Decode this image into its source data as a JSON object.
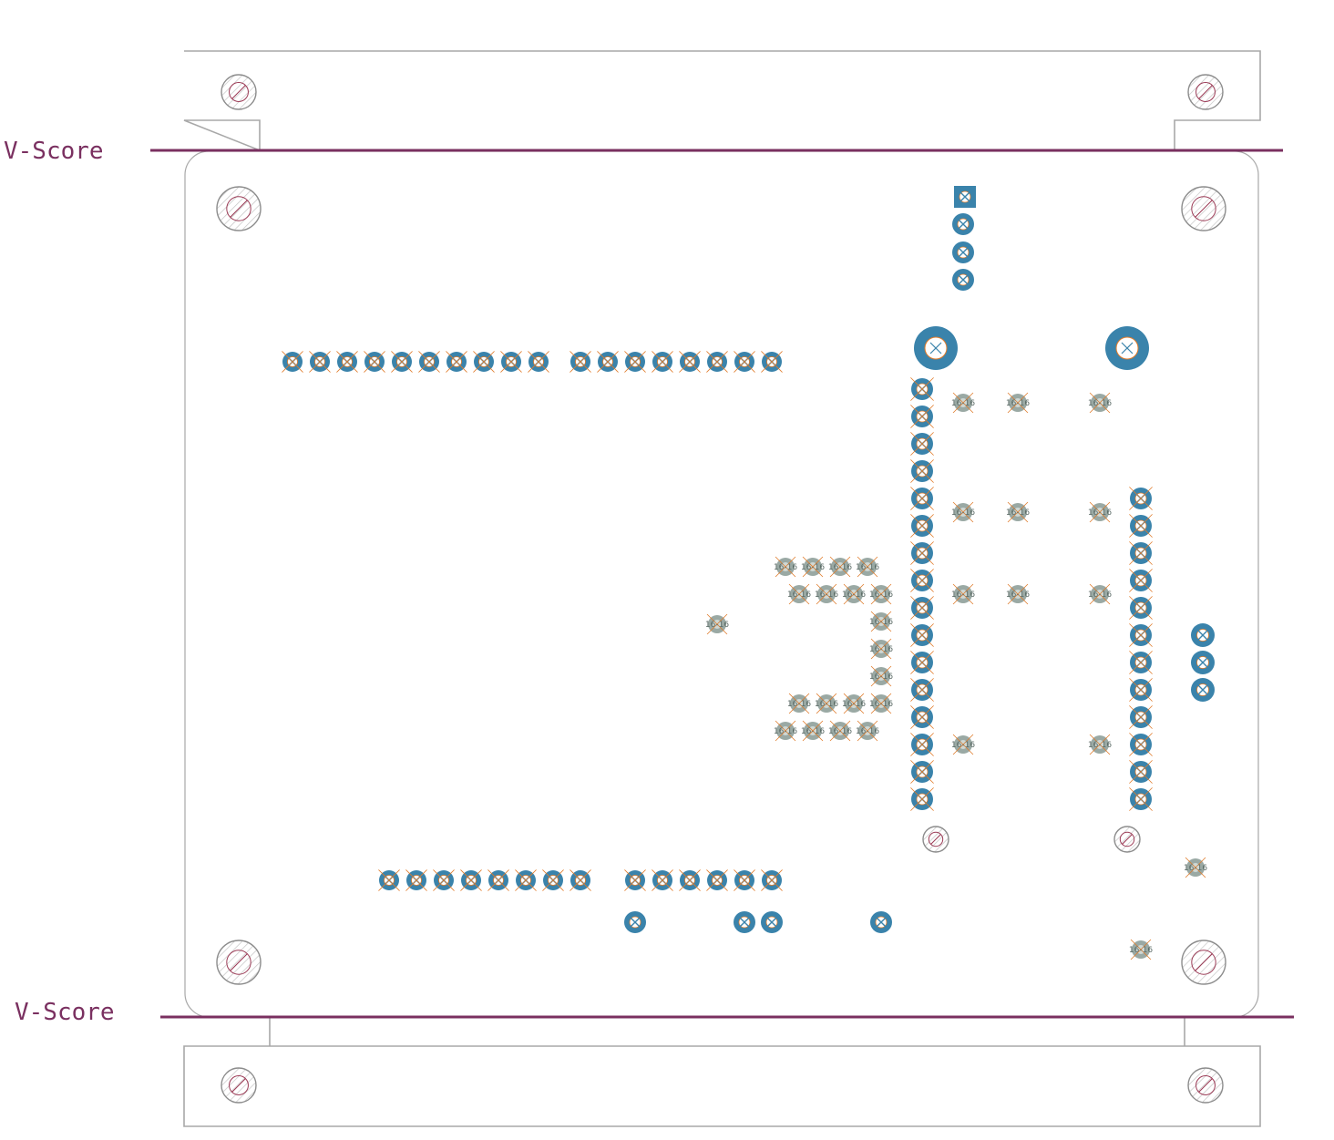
{
  "colors": {
    "outline": "#a8a8a8",
    "vscore": "#7a3060",
    "pad": "#3a83ab",
    "via": "#9aa9a4",
    "cross": "#e07b2a",
    "drill_ring": "#8c8c8c",
    "drill_x": "#9b3a55"
  },
  "labels": {
    "vscore_top": "V-Score",
    "vscore_bottom": "V-Score",
    "via_text": "16-16"
  }
}
